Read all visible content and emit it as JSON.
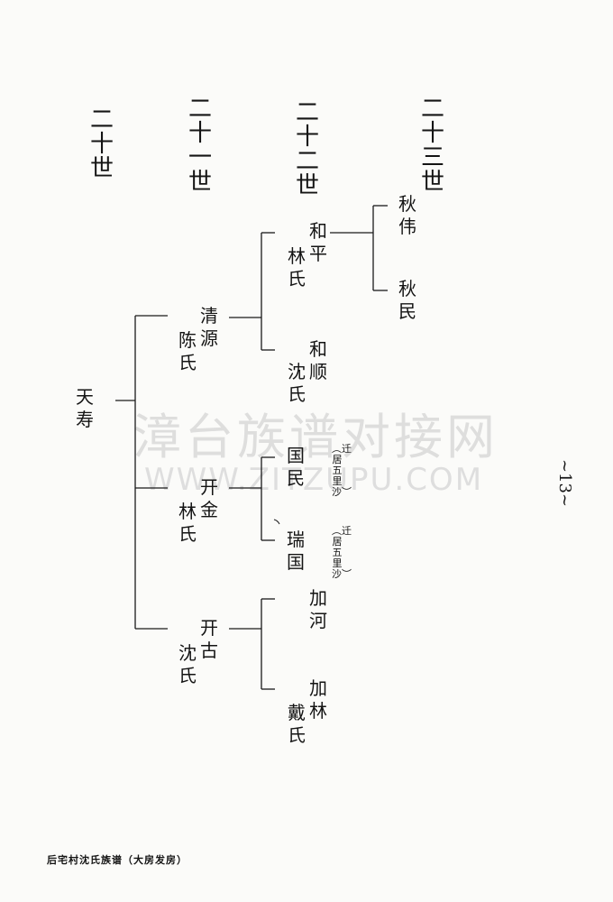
{
  "generations": [
    "二十世",
    "二十一世",
    "二十二世",
    "二十三世"
  ],
  "tree": {
    "root": "天寿",
    "qingyuan": {
      "name": "清源",
      "wife": "陈氏"
    },
    "heping": {
      "name": "和平",
      "wife": "林氏"
    },
    "qiuwei": "秋伟",
    "qiumin": "秋民",
    "heshun": {
      "name": "和顺",
      "wife": "沈氏"
    },
    "kaijin": {
      "name": "开金",
      "wife": "林氏"
    },
    "guomin": "国民",
    "guomin_note": "迁居五里沙",
    "ruiguo": "瑞国",
    "ruiguo_note": "迁居五里沙",
    "kaigu": {
      "name": "开古",
      "wife": "沈氏"
    },
    "jiahe": "加河",
    "jialin": {
      "name": "加林",
      "wife": "戴氏"
    }
  },
  "watermark": {
    "cn": "漳台族谱对接网",
    "en": "WWW.ZITZUPU.COM"
  },
  "page_number": "~13~",
  "footer": "后宅村沈氏族谱（大房发房）"
}
